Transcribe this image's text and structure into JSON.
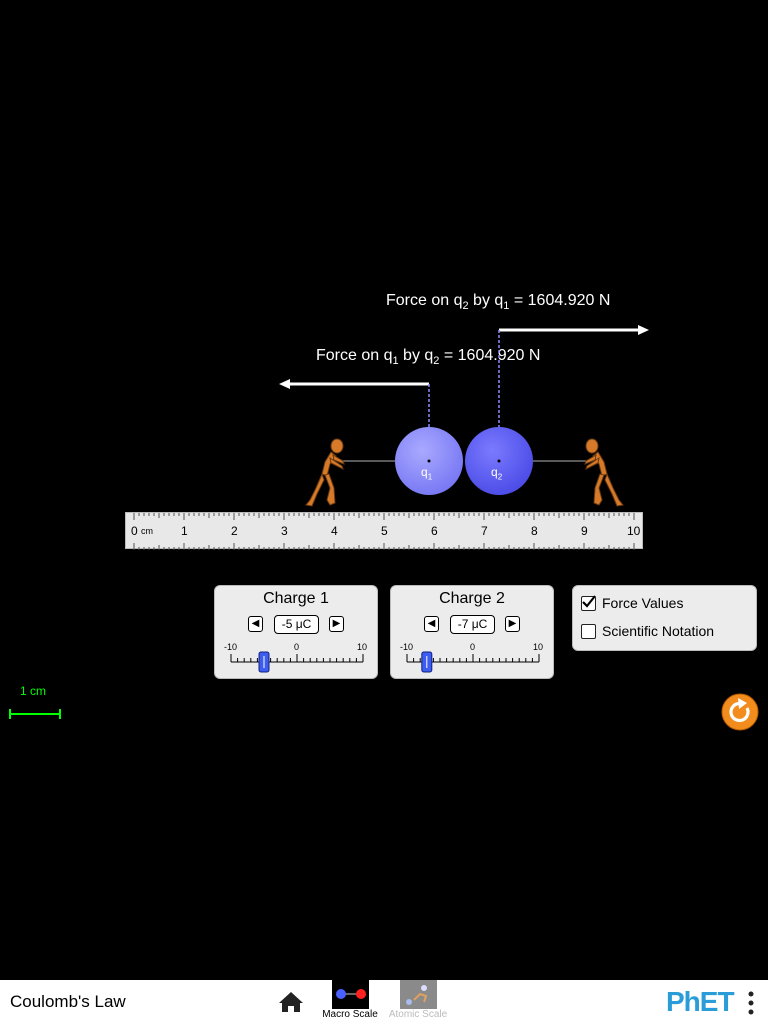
{
  "force_labels": {
    "on_q2": {
      "prefix": "Force on q",
      "sub1": "2",
      "mid": " by q",
      "sub2": "1",
      "suffix": " = 1604.920 N"
    },
    "on_q1": {
      "prefix": "Force on q",
      "sub1": "1",
      "mid": " by q",
      "sub2": "2",
      "suffix": " = 1604.920 N"
    }
  },
  "charges": {
    "q1": {
      "label": "q",
      "sub": "1"
    },
    "q2": {
      "label": "q",
      "sub": "2"
    }
  },
  "ruler": {
    "unit": "cm",
    "ticks": [
      "0",
      "1",
      "2",
      "3",
      "4",
      "5",
      "6",
      "7",
      "8",
      "9",
      "10"
    ]
  },
  "charge1_panel": {
    "title": "Charge 1",
    "value": "-5 μC",
    "min_label": "-10",
    "mid_label": "0",
    "max_label": "10",
    "slider_value": -5
  },
  "charge2_panel": {
    "title": "Charge 2",
    "value": "-7 μC",
    "min_label": "-10",
    "mid_label": "0",
    "max_label": "10",
    "slider_value": -7
  },
  "options": {
    "force_values": {
      "label": "Force Values",
      "checked": true
    },
    "scientific_notation": {
      "label": "Scientific Notation",
      "checked": false
    }
  },
  "scale_indicator": {
    "label": "1 cm"
  },
  "nav": {
    "app_title": "Coulomb's Law",
    "screens": [
      {
        "label": "Macro Scale",
        "active": true
      },
      {
        "label": "Atomic Scale",
        "active": false
      }
    ],
    "brand": "PhET"
  },
  "colors": {
    "background": "#000000",
    "charge_fill": "#7f7fff",
    "force_arrow": "#ffffff",
    "scale_green": "#00ff00",
    "reset_orange": "#f28c1c"
  }
}
